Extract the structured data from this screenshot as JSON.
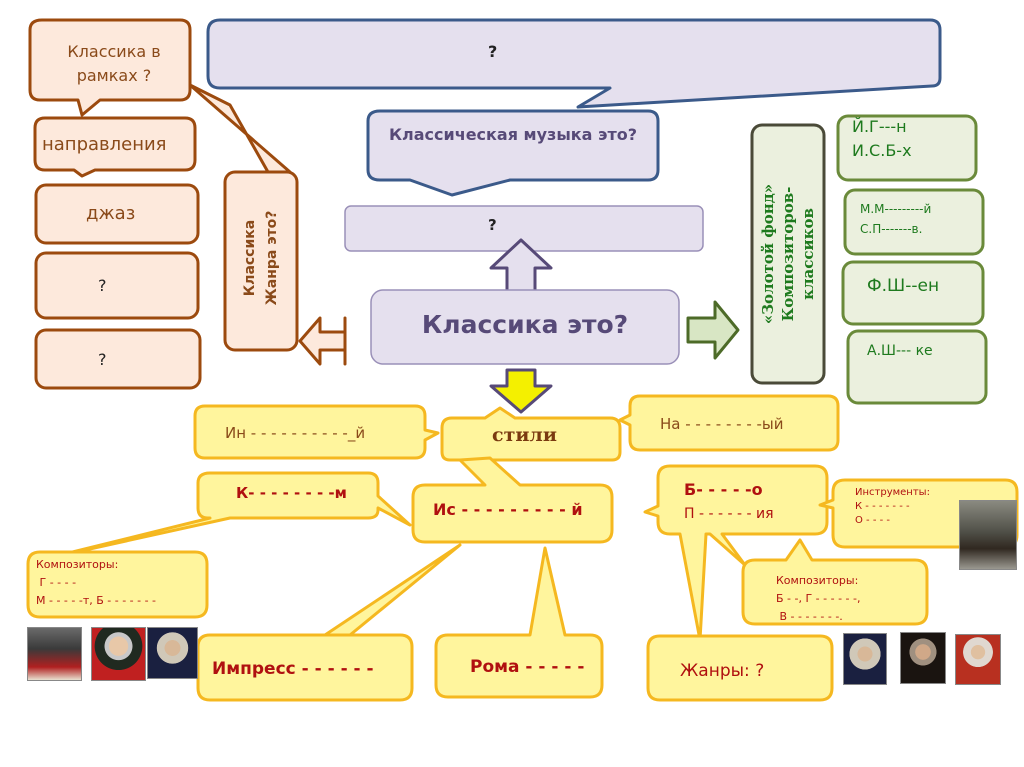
{
  "colors": {
    "orange_fill": "#fde9dc",
    "orange_stroke": "#9c4a0e",
    "purple_fill": "#e5e0ee",
    "purple_stroke": "#3b5a8a",
    "green_fill": "#ebf0de",
    "green_stroke": "#6a8a3a",
    "yellow_fill": "#fff59d",
    "yellow_stroke": "#f5b820",
    "yellow_arrow": "#f4f000",
    "red_text": "#b01010"
  },
  "left_column": {
    "callout_main": [
      "Классика в",
      "рамках ?"
    ],
    "items": [
      "направления",
      "джаз",
      "?",
      "?"
    ],
    "vertical_callout": [
      "Классика",
      "Жанра это?"
    ]
  },
  "top": {
    "big_callout": "?",
    "question_callout": "Классическая музыка это?",
    "answer_box": "?"
  },
  "center": {
    "main": "Классика это?"
  },
  "right_column": {
    "vertical_label": [
      "«Золотой фонд»",
      "Композиторов-",
      "классиков"
    ],
    "composers": [
      {
        "lines": [
          "Й.Г---н",
          "И.С.Б-х"
        ]
      },
      {
        "lines": [
          "М.М---------й",
          "С.П-------в."
        ]
      },
      {
        "lines": [
          "Ф.Ш--ен"
        ]
      },
      {
        "lines": [
          "А.Ш--- ке"
        ]
      }
    ]
  },
  "styles": {
    "hub": "стили",
    "left_top": "Ин - - - - - - - - - -_й",
    "right_top": "На - - - - - - - -ый",
    "classicism": "К- - - - - - - -м",
    "art": "Ис  - - - - - - - - - й",
    "baroque": [
      "Б- - - - -о",
      "П - - - - - - ия"
    ],
    "impress": "Импресс - - - - - -",
    "roma": "Рома - - - - -",
    "genres": "Жанры: ?",
    "instruments": [
      "Инструменты:",
      "К - - - - - - -",
      "О - - - -"
    ],
    "composers_left": [
      "Композиторы:",
      " Г - - - -",
      "М - - - - -т, Б - - - - - - -"
    ],
    "composers_right": [
      "Композиторы:",
      "Б - -, Г - - - - - -,",
      " В - - - - - - -."
    ]
  },
  "images": [
    {
      "name": "portrait-beethoven"
    },
    {
      "name": "portrait-mozart"
    },
    {
      "name": "portrait-haydn"
    },
    {
      "name": "harpsichord"
    },
    {
      "name": "portrait-handel"
    },
    {
      "name": "portrait-bach"
    },
    {
      "name": "portrait-vivaldi"
    }
  ]
}
